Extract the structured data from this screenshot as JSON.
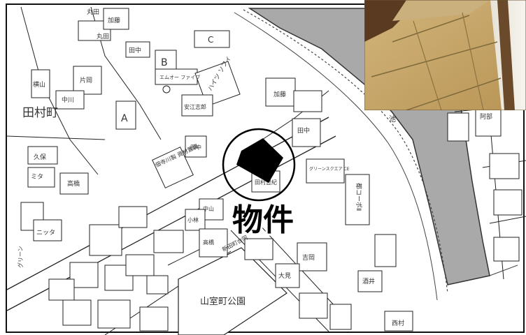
{
  "map": {
    "marker_label": "物件",
    "pond_label": "池",
    "park_label": "山室町公園",
    "district_label": "田村町",
    "building_labels": [
      {
        "key": "b1",
        "text": "C"
      },
      {
        "key": "b2",
        "text": "B"
      },
      {
        "key": "b3",
        "text": "A"
      },
      {
        "key": "b4",
        "text": "エムオー ファイブ"
      },
      {
        "key": "b5",
        "text": "ハイツ ソフィ"
      },
      {
        "key": "b6",
        "text": "加藤"
      },
      {
        "key": "b7",
        "text": "田中"
      },
      {
        "key": "b8",
        "text": "安江志郎"
      },
      {
        "key": "b9",
        "text": "田中"
      },
      {
        "key": "b10",
        "text": "丸田"
      },
      {
        "key": "b11",
        "text": "加藤"
      },
      {
        "key": "b12",
        "text": "片岡"
      },
      {
        "key": "b13",
        "text": "横山"
      },
      {
        "key": "b14",
        "text": "中川"
      },
      {
        "key": "b15",
        "text": "久保"
      },
      {
        "key": "b16",
        "text": "ミタ"
      },
      {
        "key": "b17",
        "text": "高橋"
      },
      {
        "key": "b18",
        "text": "ニッタ"
      },
      {
        "key": "b19",
        "text": "佃寺川製 資材置場"
      },
      {
        "key": "b20",
        "text": "田中"
      },
      {
        "key": "b21",
        "text": "田村豊紀"
      },
      {
        "key": "b22",
        "text": "中山"
      },
      {
        "key": "b23",
        "text": "小林"
      },
      {
        "key": "b24",
        "text": "高橋"
      },
      {
        "key": "b25",
        "text": "吉岡"
      },
      {
        "key": "b26",
        "text": "大見"
      },
      {
        "key": "b27",
        "text": "都コーポⅡ"
      },
      {
        "key": "b28",
        "text": "グリーンスクエア CE"
      },
      {
        "key": "b29",
        "text": "酒井"
      },
      {
        "key": "b30",
        "text": "西村"
      },
      {
        "key": "b31",
        "text": "阿部"
      },
      {
        "key": "b32",
        "text": "新田町合同"
      },
      {
        "key": "b33",
        "text": "グリーン"
      },
      {
        "key": "b34",
        "text": "丸田"
      }
    ]
  },
  "photo": {
    "subject": "tatami-room-photo"
  }
}
